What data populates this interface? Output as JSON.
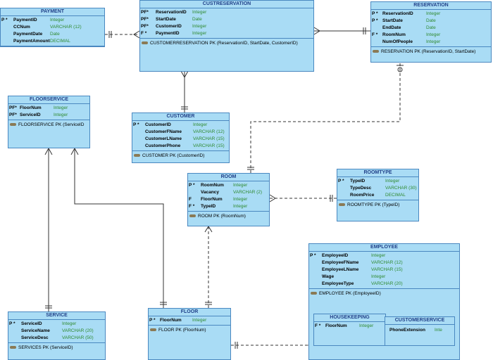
{
  "entities": {
    "payment": {
      "title": "PAYMENT",
      "attrs": [
        {
          "key": "P",
          "req": "*",
          "name": "PaymentID",
          "type": "Integer"
        },
        {
          "key": "",
          "req": "",
          "name": "CCNum",
          "type": "VARCHAR (12)"
        },
        {
          "key": "",
          "req": "",
          "name": "PaymentDate",
          "type": "Date"
        },
        {
          "key": "",
          "req": "",
          "name": "PaymentAmount",
          "type": "DECIMAL"
        }
      ],
      "pk": "PAYMENT PK (PaymentID)"
    },
    "custreservation": {
      "title": "CUSTRESERVATION",
      "attrs": [
        {
          "key": "PF*",
          "req": "",
          "name": "ReservationID",
          "type": "Integer"
        },
        {
          "key": "PF*",
          "req": "",
          "name": "StartDate",
          "type": "Date"
        },
        {
          "key": "PF*",
          "req": "",
          "name": "CustomerID",
          "type": "Integer"
        },
        {
          "key": "F",
          "req": "*",
          "name": "PaymentID",
          "type": "Integer"
        }
      ],
      "pk": "CUSTOMERRESERVATION PK (ReservationID, StartDate, CustomerID)"
    },
    "reservation": {
      "title": "RESERVATION",
      "attrs": [
        {
          "key": "P",
          "req": "*",
          "name": "ReservationID",
          "type": "Integer"
        },
        {
          "key": "P",
          "req": "*",
          "name": "StartDate",
          "type": "Date"
        },
        {
          "key": "",
          "req": "",
          "name": "EndDate",
          "type": "Date"
        },
        {
          "key": "F",
          "req": "*",
          "name": "RoomNum",
          "type": "Integer"
        },
        {
          "key": "",
          "req": "",
          "name": "NumOfPeople",
          "type": "Integer"
        }
      ],
      "pk": "RESERVATION PK (ReservationID, StartDate)"
    },
    "floorservice": {
      "title": "FLOORSERVICE",
      "attrs": [
        {
          "key": "PF*",
          "req": "",
          "name": "FloorNum",
          "type": "Integer"
        },
        {
          "key": "PF*",
          "req": "",
          "name": "ServiceID",
          "type": "Integer"
        }
      ],
      "pk": "FLOORSERVICE PK (ServiceID"
    },
    "customer": {
      "title": "CUSTOMER",
      "attrs": [
        {
          "key": "P",
          "req": "*",
          "name": "CustomerID",
          "type": "Integer"
        },
        {
          "key": "",
          "req": "",
          "name": "CustomerFName",
          "type": "VARCHAR (12)"
        },
        {
          "key": "",
          "req": "",
          "name": "CustomerLName",
          "type": "VARCHAR (15)"
        },
        {
          "key": "",
          "req": "",
          "name": "CustomerPhone",
          "type": "VARCHAR (15)"
        }
      ],
      "pk": "CUSTOMER PK (CustomerID)"
    },
    "room": {
      "title": "ROOM",
      "attrs": [
        {
          "key": "P",
          "req": "*",
          "name": "RoomNum",
          "type": "Integer"
        },
        {
          "key": "",
          "req": "",
          "name": "Vacancy",
          "type": "VARCHAR (2)"
        },
        {
          "key": "F",
          "req": "",
          "name": "FloorNum",
          "type": "Integer"
        },
        {
          "key": "F",
          "req": "*",
          "name": "TypeID",
          "type": "Integer"
        }
      ],
      "pk": "ROOM PK (RoomNum)"
    },
    "roomtype": {
      "title": "ROOMTYPE",
      "attrs": [
        {
          "key": "P",
          "req": "*",
          "name": "TypeID",
          "type": "Integer"
        },
        {
          "key": "",
          "req": "",
          "name": "TypeDesc",
          "type": "VARCHAR (30)"
        },
        {
          "key": "",
          "req": "",
          "name": "RoomPrice",
          "type": "DECIMAL"
        }
      ],
      "pk": "ROOMTYPE PK (TypeID)"
    },
    "employee": {
      "title": "EMPLOYEE",
      "attrs": [
        {
          "key": "P",
          "req": "*",
          "name": "EmployeeID",
          "type": "Integer"
        },
        {
          "key": "",
          "req": "",
          "name": "EmployeeFName",
          "type": "VARCHAR (12)"
        },
        {
          "key": "",
          "req": "",
          "name": "EmployeeLName",
          "type": "VARCHAR (15)"
        },
        {
          "key": "",
          "req": "",
          "name": "Wage",
          "type": "Integer"
        },
        {
          "key": "",
          "req": "",
          "name": "EmployeeType",
          "type": "VARCHAR (20)"
        }
      ],
      "pk": "EMPLOYEE PK (EmployeeID)"
    },
    "service": {
      "title": "SERVICE",
      "attrs": [
        {
          "key": "P",
          "req": "*",
          "name": "ServiceID",
          "type": "Integer"
        },
        {
          "key": "",
          "req": "",
          "name": "ServiceName",
          "type": "VARCHAR (20)"
        },
        {
          "key": "",
          "req": "",
          "name": "ServiceDesc",
          "type": "VARCHAR (50)"
        }
      ],
      "pk": "SERVICES PK (ServiceID)"
    },
    "floor": {
      "title": "FLOOR",
      "attrs": [
        {
          "key": "P",
          "req": "*",
          "name": "FloorNum",
          "type": "Integer"
        }
      ],
      "pk": "FLOOR PK (FloorNum)"
    }
  },
  "subtypes": {
    "housekeeping": {
      "title": "HOUSEKEEPING",
      "attrs": [
        {
          "key": "F",
          "req": "*",
          "name": "FloorNum",
          "type": "Integer"
        }
      ]
    },
    "customerservice": {
      "title": "CUSTOMERSERVICE",
      "attrs": [
        {
          "key": "",
          "req": "",
          "name": "PhoneExtension",
          "type": "Inte"
        }
      ]
    }
  },
  "colors": {
    "entity_fill": "#a9dcf5",
    "entity_border": "#4a88c0",
    "title_text": "#1f3f88",
    "type_text": "#2f8a2f",
    "line": "#333333"
  }
}
